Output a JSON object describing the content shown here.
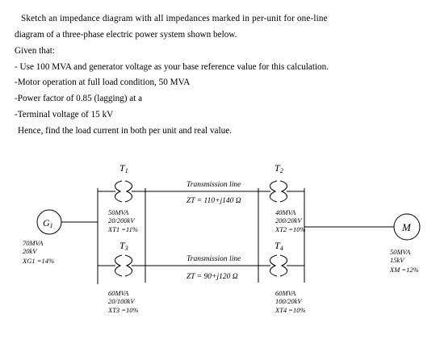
{
  "question": {
    "line1": "Sketch an impedance diagram with all impedances marked in per-unit for one-line",
    "line2": "diagram of a three-phase electric power system shown below.",
    "given": "Given that:",
    "b1": "- Use 100 MVA and generator voltage as your base reference value for this calculation.",
    "b2": "-Motor operation at full load condition, 50 MVA",
    "b3": "-Power factor of 0.85 (lagging) at a",
    "b4": "-Terminal voltage of 15 kV",
    "hence": "Hence, find the load current in both per unit and real value."
  },
  "diagram": {
    "t1": {
      "label": "T1",
      "sub": "1",
      "rating": "50MVA",
      "voltage": "20/200kV",
      "reactance": "XT1 =11%"
    },
    "t2": {
      "label": "T2",
      "sub": "2",
      "rating": "40MVA",
      "voltage": "200/20kV",
      "reactance": "XT2 =10%"
    },
    "t3": {
      "label": "T3",
      "sub": "3",
      "rating": "60MVA",
      "voltage": "20/100kV",
      "reactance": "XT3 =10%"
    },
    "t4": {
      "label": "T4",
      "sub": "4",
      "rating": "60MVA",
      "voltage": "100/20kV",
      "reactance": "XT4 =10%"
    },
    "line1": {
      "name": "Transmission line",
      "impedance": "ZT = 110+j140 Ω"
    },
    "line2": {
      "name": "Transmission line",
      "impedance": "ZT = 90+j120 Ω"
    },
    "generator": {
      "symbol": "G1",
      "rating": "70MVA",
      "voltage": "20kV",
      "reactance": "XG1 =14%"
    },
    "motor": {
      "symbol": "M",
      "rating": "50MVA",
      "voltage": "15kV",
      "reactance": "XM =12%"
    }
  }
}
